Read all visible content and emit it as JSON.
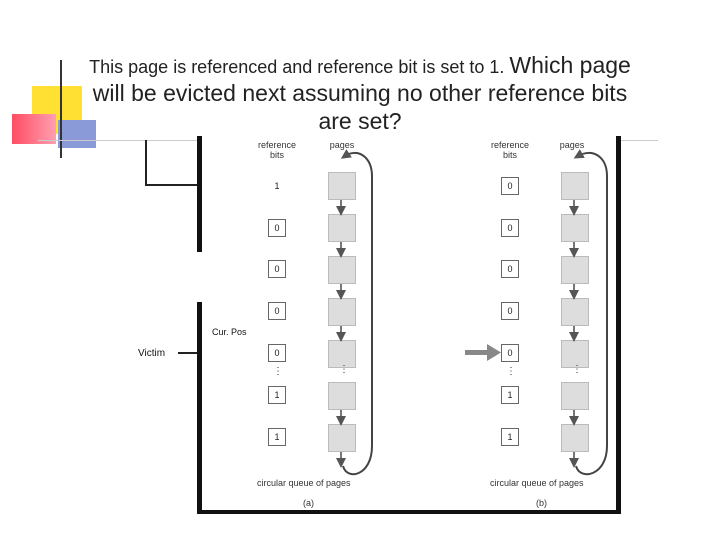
{
  "title": {
    "part_small": "This page is referenced and reference bit is set to 1.",
    "part_large": "Which page",
    "line2": "will be evicted next assuming no other reference bits",
    "line3": "are set?"
  },
  "annotations": {
    "cur_pos": "Cur. Pos",
    "victim": "Victim"
  },
  "figure": {
    "header_ref": [
      "reference",
      "bits"
    ],
    "header_pages": "pages",
    "caption": "circular queue of pages",
    "panel_a_label": "(a)",
    "panel_b_label": "(b)",
    "panel_a_bits": [
      "1",
      "0",
      "0",
      "0",
      "0",
      "1",
      "1"
    ],
    "panel_b_bits": [
      "0",
      "0",
      "0",
      "0",
      "0",
      "1",
      "1"
    ],
    "ellipsis": "⋮"
  },
  "colors": {
    "deco_yellow": "#ffe033",
    "deco_red": "#ff5566",
    "deco_blue": "#8899dd",
    "line": "#222222"
  }
}
